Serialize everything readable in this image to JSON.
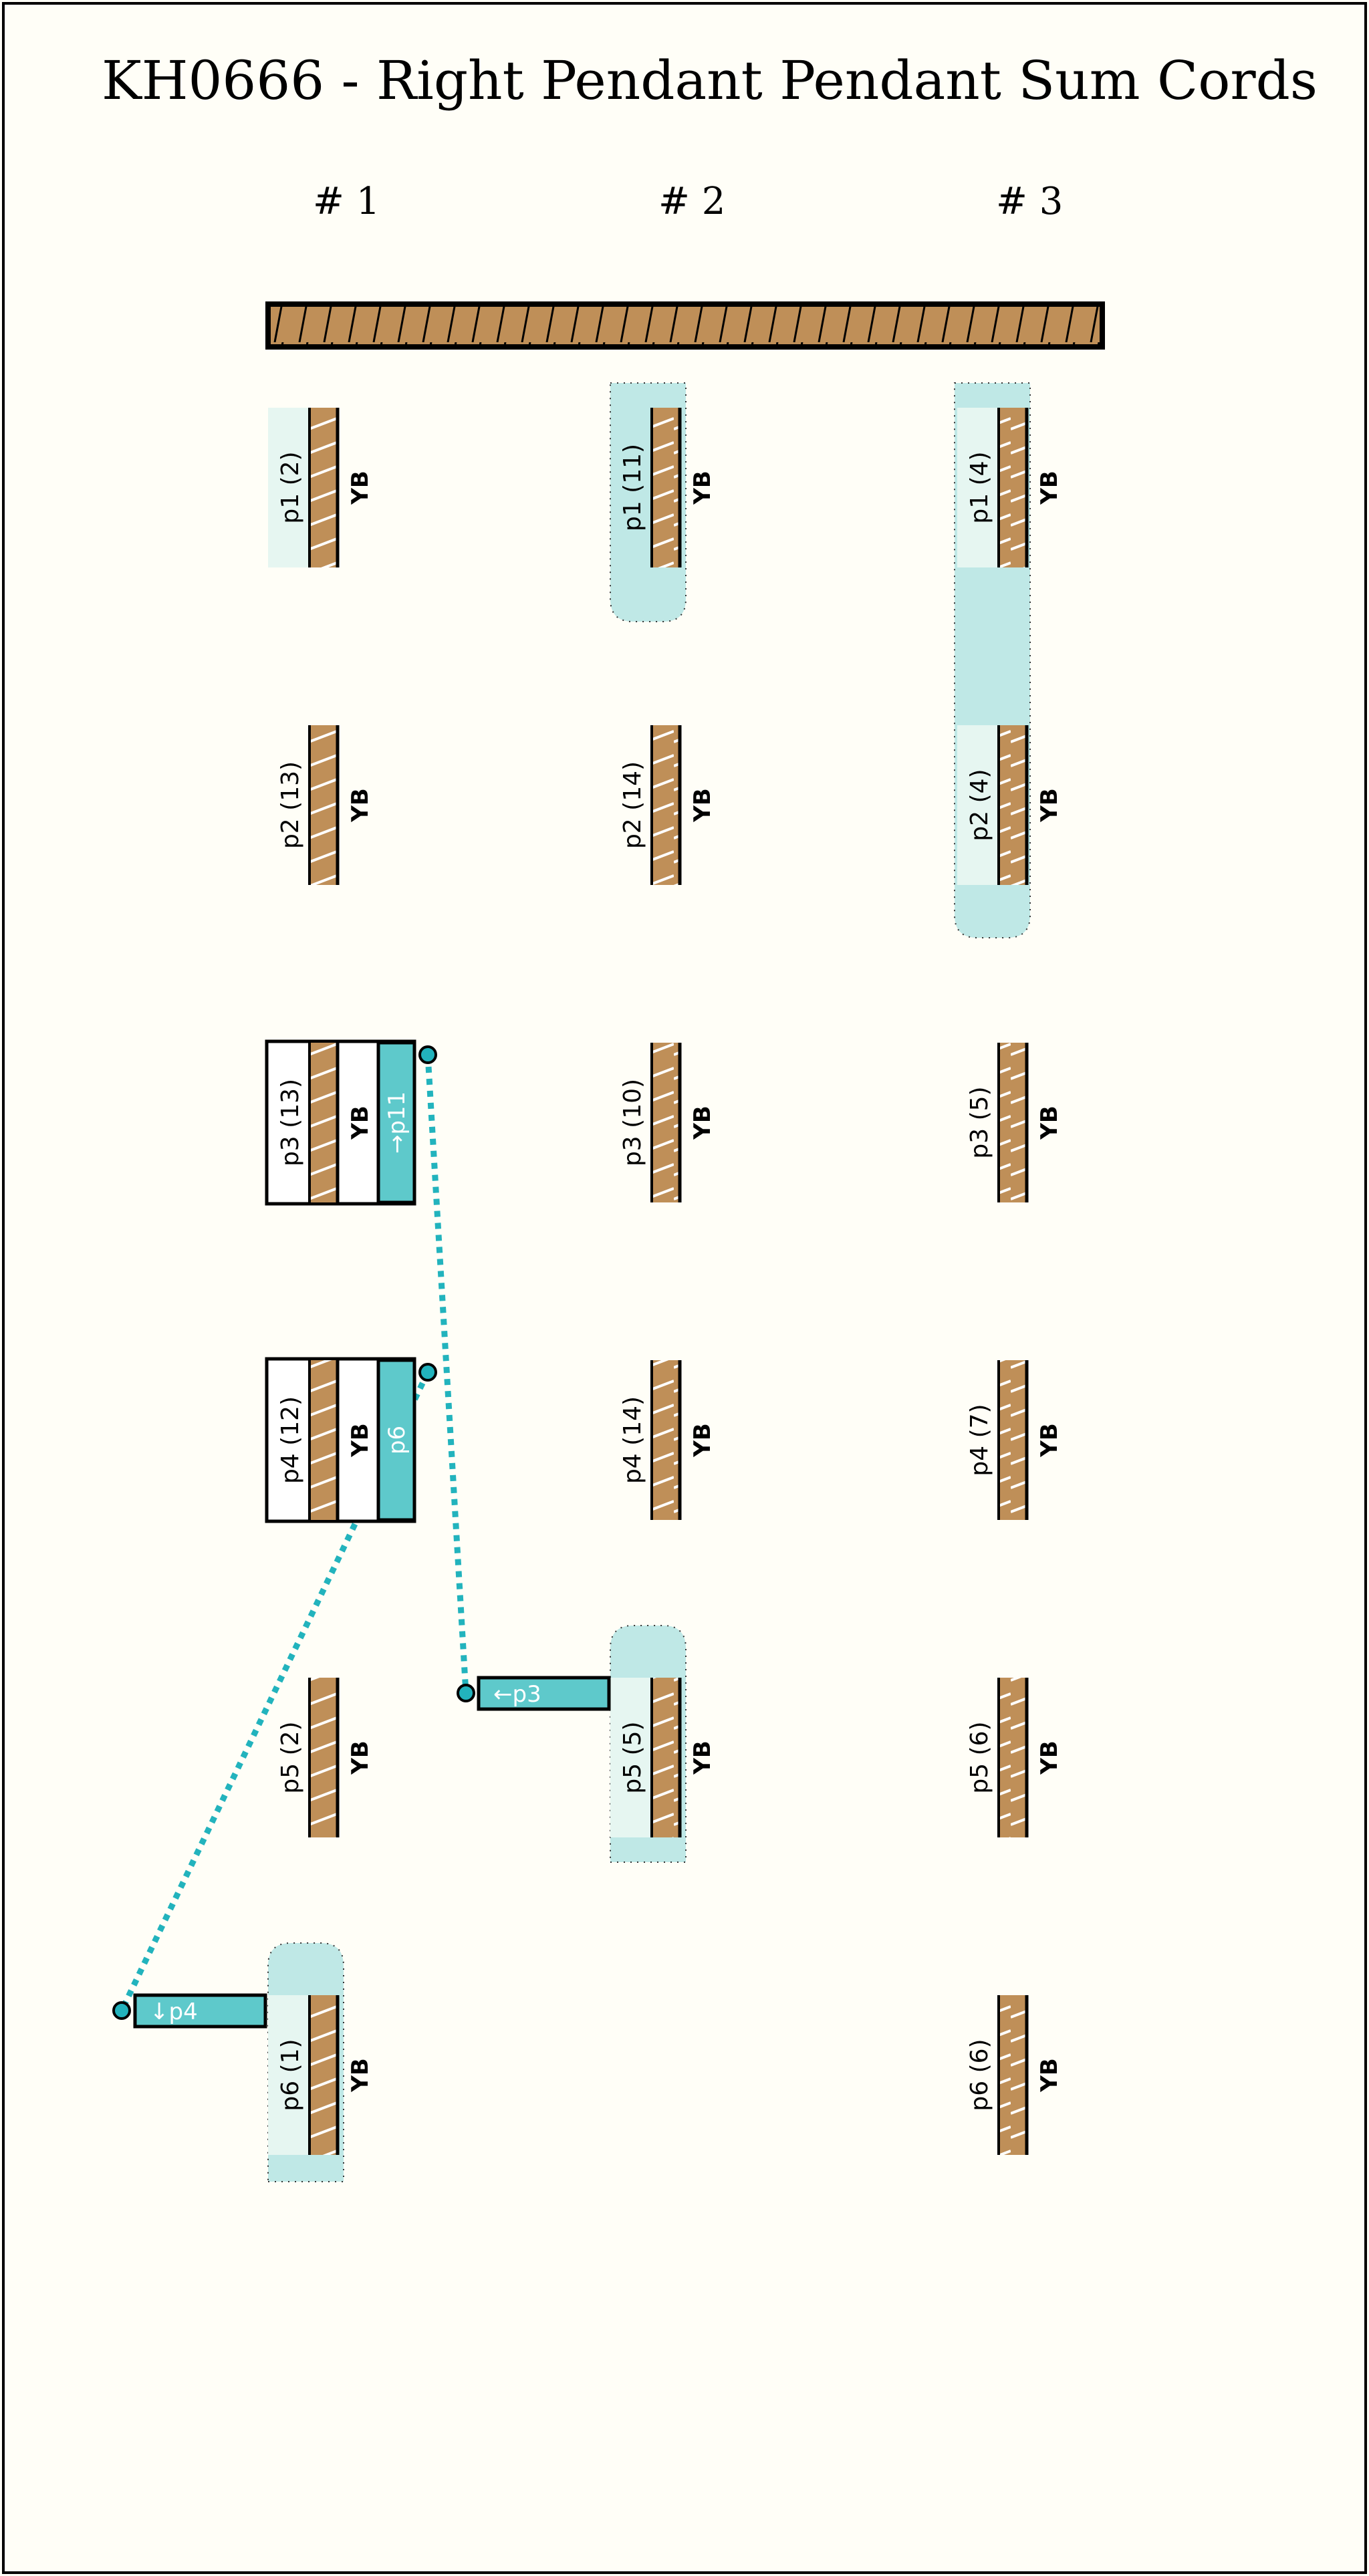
{
  "title": "KH0666 - Right Pendant Pendant Sum Cords",
  "colors": {
    "cord": "#bf8f58",
    "teal": "#5ec9cb",
    "highlight": "#bfe8e6",
    "highlight_inner": "#e6f6f1",
    "link": "#22b3bd",
    "background": "#fffef7"
  },
  "columns": [
    {
      "header": "# 1",
      "pendants": [
        {
          "label": "p1 (2)",
          "color": "YB"
        },
        {
          "label": "p2 (13)",
          "color": "YB"
        },
        {
          "label": "p3 (13)",
          "color": "YB",
          "sum_tag": "→p11"
        },
        {
          "label": "p4 (12)",
          "color": "YB",
          "sum_tag": "p6"
        },
        {
          "label": "p5 (2)",
          "color": "YB"
        },
        {
          "label": "p6 (1)",
          "color": "YB"
        }
      ]
    },
    {
      "header": "# 2",
      "pendants": [
        {
          "label": "p1 (11)",
          "color": "YB"
        },
        {
          "label": "p2 (14)",
          "color": "YB"
        },
        {
          "label": "p3 (10)",
          "color": "YB"
        },
        {
          "label": "p4 (14)",
          "color": "YB"
        },
        {
          "label": "p5 (5)",
          "color": "YB"
        }
      ]
    },
    {
      "header": "# 3",
      "pendants": [
        {
          "label": "p1 (4)",
          "color": "YB"
        },
        {
          "label": "p2 (4)",
          "color": "YB"
        },
        {
          "label": "p3 (5)",
          "color": "YB"
        },
        {
          "label": "p4 (7)",
          "color": "YB"
        },
        {
          "label": "p5 (6)",
          "color": "YB"
        },
        {
          "label": "p6 (6)",
          "color": "YB"
        }
      ]
    }
  ],
  "links": [
    {
      "tag": "←p3"
    },
    {
      "tag": "↓p4"
    }
  ]
}
